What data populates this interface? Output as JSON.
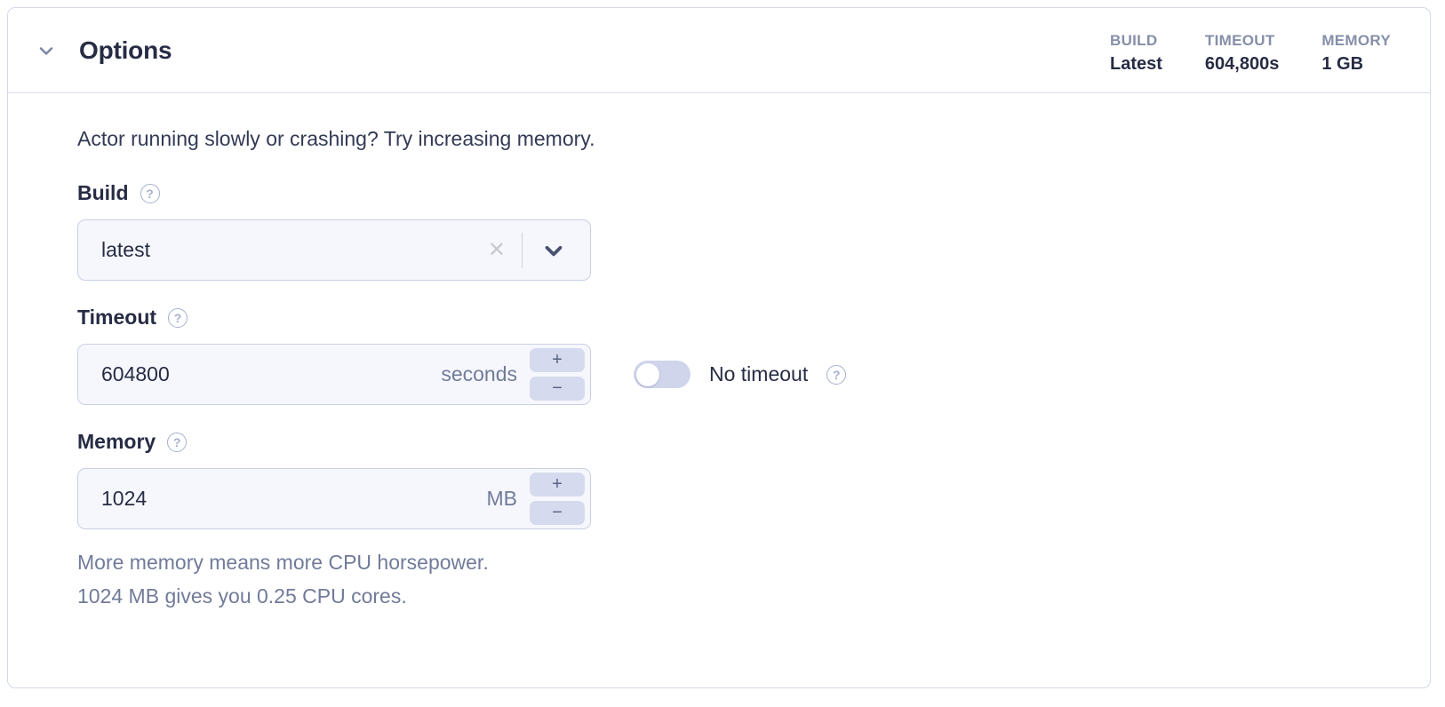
{
  "header": {
    "title": "Options",
    "stats": [
      {
        "label": "BUILD",
        "value": "Latest"
      },
      {
        "label": "TIMEOUT",
        "value": "604,800s"
      },
      {
        "label": "MEMORY",
        "value": "1 GB"
      }
    ]
  },
  "intro": "Actor running slowly or crashing? Try increasing memory.",
  "build": {
    "label": "Build",
    "value": "latest"
  },
  "timeout": {
    "label": "Timeout",
    "value": "604800",
    "unit": "seconds",
    "toggle_label": "No timeout",
    "toggle_state": "off"
  },
  "memory": {
    "label": "Memory",
    "value": "1024",
    "unit": "MB",
    "help_line1": "More memory means more CPU horsepower.",
    "help_line2": "1024 MB gives you 0.25 CPU cores."
  },
  "icons": {
    "help_glyph": "?",
    "clear_glyph": "✕",
    "increment_glyph": "+",
    "decrement_glyph": "−"
  },
  "colors": {
    "title_text": "#272c44",
    "muted_text": "#717b99",
    "stat_label_text": "#868fa9",
    "card_border": "#d5d9e9",
    "input_bg": "#f6f7fc",
    "input_border": "#c9cfe7",
    "stepper_bg": "#d6daee",
    "toggle_track": "#d0d5ec",
    "help_icon": "#a6b0ce"
  }
}
